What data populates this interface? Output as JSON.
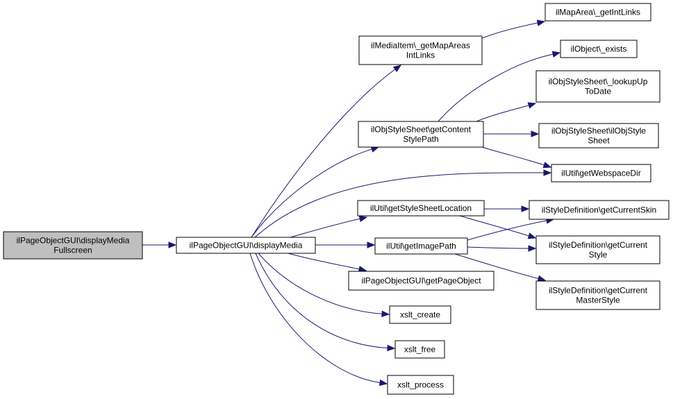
{
  "colors": {
    "edge": "#191970",
    "node_fill": "#ffffff",
    "root_fill": "#bfbfbf",
    "border": "#000000"
  },
  "nodes": [
    {
      "id": "root",
      "lines": [
        "ilPageObjectGUI\\displayMedia",
        "Fullscreen"
      ],
      "root": true
    },
    {
      "id": "dm",
      "lines": [
        "ilPageObjectGUI\\displayMedia"
      ]
    },
    {
      "id": "mi",
      "lines": [
        "ilMediaItem\\_getMapAreas",
        "IntLinks"
      ]
    },
    {
      "id": "ma",
      "lines": [
        "ilMapArea\\_getIntLinks"
      ]
    },
    {
      "id": "oe",
      "lines": [
        "ilObject\\_exists"
      ]
    },
    {
      "id": "osl",
      "lines": [
        "ilObjStyleSheet\\_lookupUp",
        "ToDate"
      ]
    },
    {
      "id": "oscsp",
      "lines": [
        "ilObjStyleSheet\\getContent",
        "StylePath"
      ]
    },
    {
      "id": "osos",
      "lines": [
        "ilObjStyleSheet\\ilObjStyle",
        "Sheet"
      ]
    },
    {
      "id": "wsd",
      "lines": [
        "ilUtil\\getWebspaceDir"
      ]
    },
    {
      "id": "ssl",
      "lines": [
        "ilUtil\\getStyleSheetLocation"
      ]
    },
    {
      "id": "skin",
      "lines": [
        "ilStyleDefinition\\getCurrentSkin"
      ]
    },
    {
      "id": "ip",
      "lines": [
        "ilUtil\\getImagePath"
      ]
    },
    {
      "id": "cs",
      "lines": [
        "ilStyleDefinition\\getCurrent",
        "Style"
      ]
    },
    {
      "id": "gpo",
      "lines": [
        "ilPageObjectGUI\\getPageObject"
      ]
    },
    {
      "id": "cms",
      "lines": [
        "ilStyleDefinition\\getCurrent",
        "MasterStyle"
      ]
    },
    {
      "id": "xc",
      "lines": [
        "xslt_create"
      ]
    },
    {
      "id": "xf",
      "lines": [
        "xslt_free"
      ]
    },
    {
      "id": "xp",
      "lines": [
        "xslt_process"
      ]
    }
  ],
  "edges": [
    {
      "from": "root",
      "to": "dm"
    },
    {
      "from": "dm",
      "to": "mi"
    },
    {
      "from": "dm",
      "to": "oscsp"
    },
    {
      "from": "dm",
      "to": "wsd"
    },
    {
      "from": "dm",
      "to": "ssl"
    },
    {
      "from": "dm",
      "to": "ip"
    },
    {
      "from": "dm",
      "to": "gpo"
    },
    {
      "from": "dm",
      "to": "xc"
    },
    {
      "from": "dm",
      "to": "xf"
    },
    {
      "from": "dm",
      "to": "xp"
    },
    {
      "from": "mi",
      "to": "ma"
    },
    {
      "from": "oscsp",
      "to": "oe"
    },
    {
      "from": "oscsp",
      "to": "osl"
    },
    {
      "from": "oscsp",
      "to": "osos"
    },
    {
      "from": "oscsp",
      "to": "wsd"
    },
    {
      "from": "ssl",
      "to": "skin"
    },
    {
      "from": "ssl",
      "to": "cs"
    },
    {
      "from": "ip",
      "to": "skin"
    },
    {
      "from": "ip",
      "to": "cs"
    },
    {
      "from": "ip",
      "to": "cms"
    }
  ]
}
